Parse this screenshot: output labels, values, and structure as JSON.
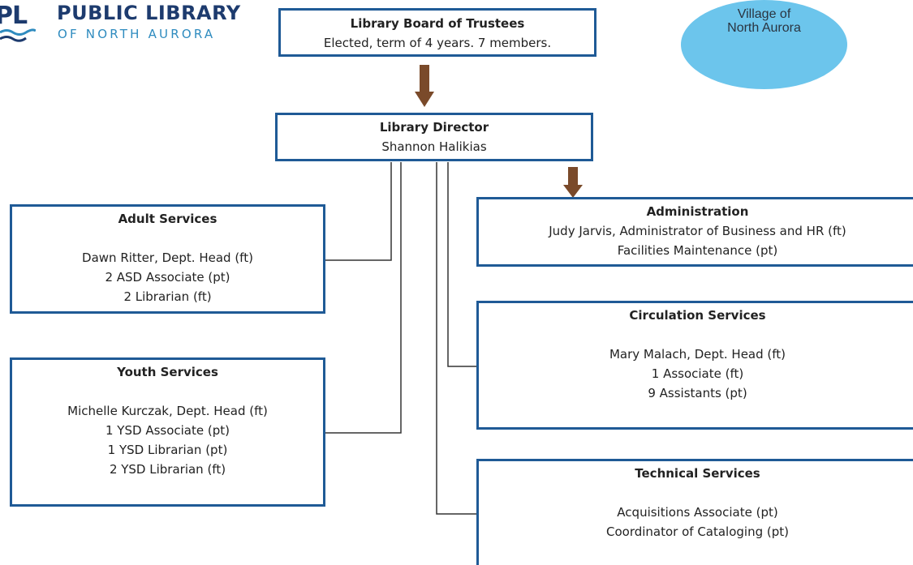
{
  "logo": {
    "mark": "PL",
    "name": "PUBLIC LIBRARY",
    "subtitle": "OF NORTH AURORA"
  },
  "village": {
    "lines": [
      "Village of",
      "North Aurora"
    ],
    "color": "#6cc5ec"
  },
  "board": {
    "title": "Library Board of Trustees",
    "lines": [
      "Elected, term of 4 years.  7 members."
    ]
  },
  "director": {
    "title": "Library Director",
    "lines": [
      "Shannon Halikias"
    ]
  },
  "adult": {
    "title": "Adult Services",
    "lines": [
      "Dawn Ritter, Dept. Head (ft)",
      "2 ASD Associate (pt)",
      "2 Librarian (ft)"
    ]
  },
  "youth": {
    "title": "Youth Services",
    "lines": [
      "Michelle Kurczak, Dept. Head (ft)",
      "1 YSD Associate (pt)",
      "1 YSD Librarian (pt)",
      "2 YSD Librarian (ft)"
    ]
  },
  "admin": {
    "title": "Administration",
    "lines": [
      "Judy Jarvis, Administrator of Business  and HR (ft)",
      "Facilities  Maintenance (pt)"
    ]
  },
  "circulation": {
    "title": "Circulation Services",
    "lines": [
      "Mary Malach, Dept. Head (ft)",
      "1 Associate (ft)",
      "9 Assistants (pt)"
    ]
  },
  "technical": {
    "title": "Technical Services",
    "lines": [
      "Acquisitions Associate (pt)",
      "Coordinator of Cataloging (pt)"
    ]
  },
  "colors": {
    "box_border": "#1f5a96",
    "arrow": "#7a4a2a",
    "logo_navy": "#1d3b6e",
    "logo_blue": "#2e8bbf"
  }
}
